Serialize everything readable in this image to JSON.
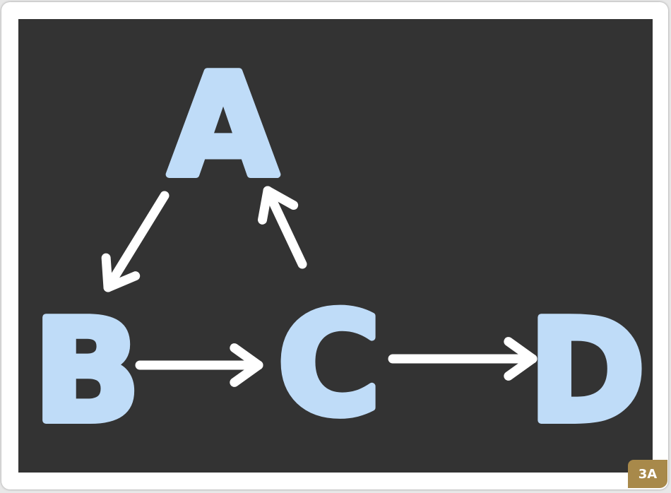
{
  "colors": {
    "board": "#333333",
    "node": "#bfdcf8",
    "arrow": "#ffffff",
    "badge": "#a8894a"
  },
  "diagram": {
    "nodes": [
      {
        "id": "A",
        "label": "A"
      },
      {
        "id": "B",
        "label": "B"
      },
      {
        "id": "C",
        "label": "C"
      },
      {
        "id": "D",
        "label": "D"
      }
    ],
    "edges": [
      {
        "from": "A",
        "to": "B"
      },
      {
        "from": "B",
        "to": "C"
      },
      {
        "from": "C",
        "to": "A"
      },
      {
        "from": "C",
        "to": "D"
      }
    ]
  },
  "badge": {
    "label": "3A"
  }
}
